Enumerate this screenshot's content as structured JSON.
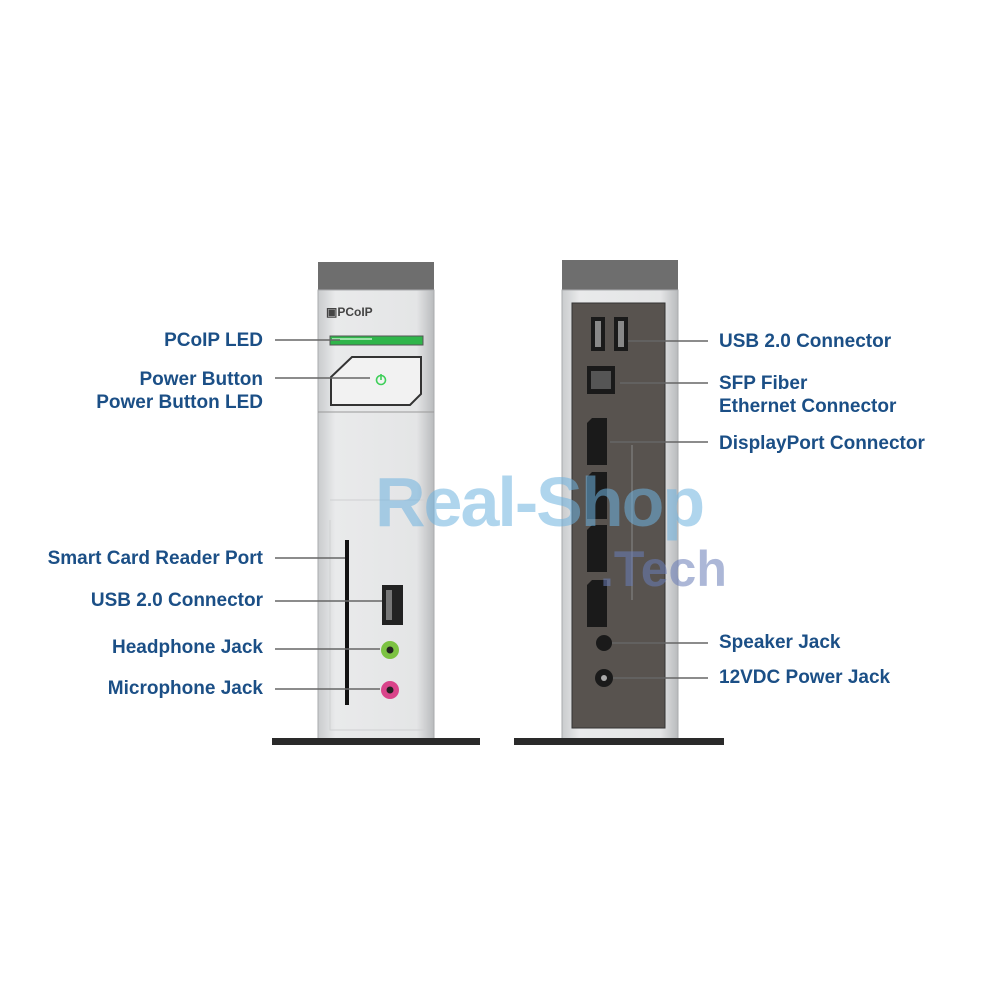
{
  "brand_logo": "PCoIP",
  "watermark": {
    "line1": "Real-Shop",
    "line2": ".Tech"
  },
  "front_labels": [
    {
      "text": "PCoIP LED"
    },
    {
      "text": "Power Button"
    },
    {
      "text": "Power Button LED"
    },
    {
      "text": "Smart Card Reader Port"
    },
    {
      "text": "USB 2.0 Connector"
    },
    {
      "text": "Headphone Jack"
    },
    {
      "text": "Microphone Jack"
    }
  ],
  "rear_labels": [
    {
      "text": "USB 2.0 Connector"
    },
    {
      "text": "SFP Fiber"
    },
    {
      "text": "Ethernet Connector"
    },
    {
      "text": "DisplayPort Connector"
    },
    {
      "text": "Speaker Jack"
    },
    {
      "text": "12VDC Power Jack"
    }
  ],
  "colors": {
    "label": "#1b4f86",
    "led": "#2fb54a",
    "headphone": "#7cc242",
    "microphone": "#d9448a",
    "rear_panel": "#58534f"
  }
}
